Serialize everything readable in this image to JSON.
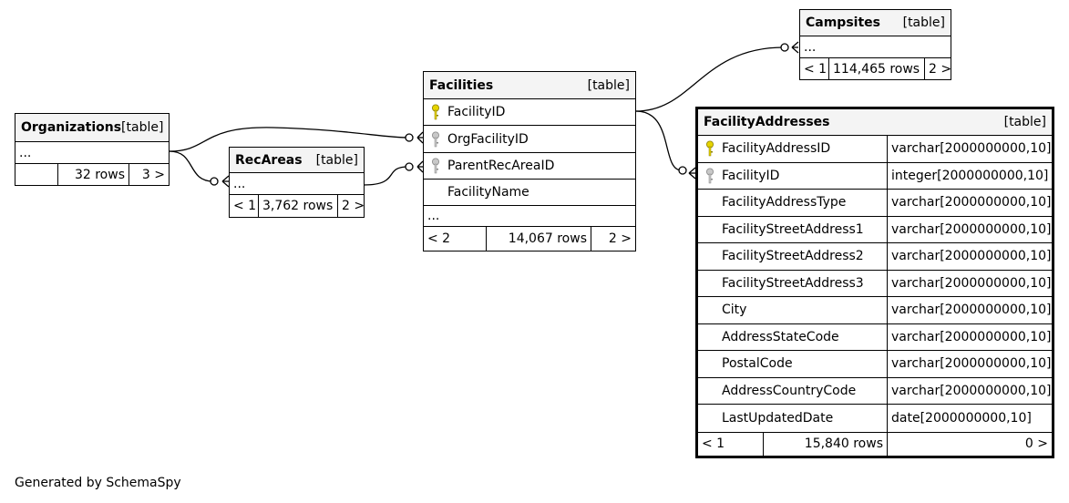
{
  "tables": {
    "organizations": {
      "name": "Organizations",
      "kind": "[table]",
      "ellipsis": "...",
      "footer": {
        "left": "",
        "rows": "32 rows",
        "right": "3 >"
      }
    },
    "recareas": {
      "name": "RecAreas",
      "kind": "[table]",
      "ellipsis": "...",
      "footer": {
        "left": "< 1",
        "rows": "3,762 rows",
        "right": "2 >"
      }
    },
    "facilities": {
      "name": "Facilities",
      "kind": "[table]",
      "columns": [
        {
          "name": "FacilityID",
          "key": "primary"
        },
        {
          "name": "OrgFacilityID",
          "key": "foreign"
        },
        {
          "name": "ParentRecAreaID",
          "key": "foreign"
        },
        {
          "name": "FacilityName",
          "key": "none"
        }
      ],
      "ellipsis": "...",
      "footer": {
        "left": "< 2",
        "rows": "14,067 rows",
        "right": "2 >"
      }
    },
    "campsites": {
      "name": "Campsites",
      "kind": "[table]",
      "ellipsis": "...",
      "footer": {
        "left": "< 1",
        "rows": "114,465 rows",
        "right": "2 >"
      }
    },
    "facilityaddresses": {
      "name": "FacilityAddresses",
      "kind": "[table]",
      "columns": [
        {
          "name": "FacilityAddressID",
          "type": "varchar[2000000000,10]",
          "key": "primary"
        },
        {
          "name": "FacilityID",
          "type": "integer[2000000000,10]",
          "key": "foreign"
        },
        {
          "name": "FacilityAddressType",
          "type": "varchar[2000000000,10]",
          "key": "none"
        },
        {
          "name": "FacilityStreetAddress1",
          "type": "varchar[2000000000,10]",
          "key": "none"
        },
        {
          "name": "FacilityStreetAddress2",
          "type": "varchar[2000000000,10]",
          "key": "none"
        },
        {
          "name": "FacilityStreetAddress3",
          "type": "varchar[2000000000,10]",
          "key": "none"
        },
        {
          "name": "City",
          "type": "varchar[2000000000,10]",
          "key": "none"
        },
        {
          "name": "AddressStateCode",
          "type": "varchar[2000000000,10]",
          "key": "none"
        },
        {
          "name": "PostalCode",
          "type": "varchar[2000000000,10]",
          "key": "none"
        },
        {
          "name": "AddressCountryCode",
          "type": "varchar[2000000000,10]",
          "key": "none"
        },
        {
          "name": "LastUpdatedDate",
          "type": "date[2000000000,10]",
          "key": "none"
        }
      ],
      "footer": {
        "left": "< 1",
        "rows": "15,840 rows",
        "right": "0 >"
      }
    }
  },
  "relationships": [
    {
      "from": "Organizations",
      "to": "RecAreas"
    },
    {
      "from": "Organizations",
      "to": "Facilities.OrgFacilityID"
    },
    {
      "from": "RecAreas",
      "to": "Facilities.ParentRecAreaID"
    },
    {
      "from": "Facilities",
      "to": "Campsites"
    },
    {
      "from": "Facilities.FacilityID",
      "to": "FacilityAddresses.FacilityID"
    }
  ],
  "icons": {
    "primary_key": "key-icon",
    "foreign_key": "key-icon"
  },
  "colors": {
    "primary_key": "#e6d400",
    "foreign_key": "#b0b0b0",
    "header_bg": "#f4f4f4"
  },
  "footer_note": "Generated by SchemaSpy"
}
